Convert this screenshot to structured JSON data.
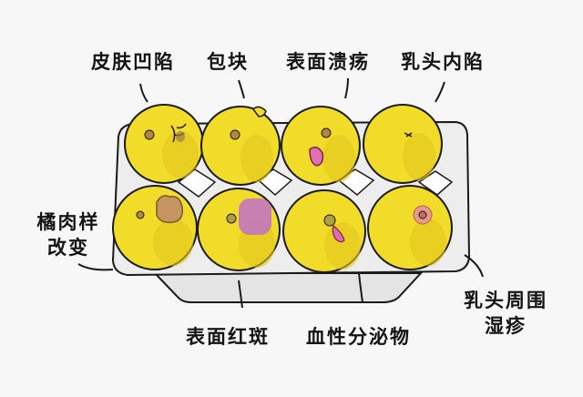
{
  "figure": {
    "subject": "lemons-in-egg-carton",
    "colors": {
      "background": "#f7f7f7",
      "lemon": "#f2dc2a",
      "lemon_shade": "#e0c21c",
      "outline": "#1a1a1a",
      "carton": "#ececec",
      "carton_shadow": "#d6d6d6",
      "dimple_brown": "#c7955f",
      "ulcer_pink": "#e070b0",
      "erythema_purple": "#c070c8",
      "discharge_pink": "#e06cb4",
      "eczema_pink": "#e79a8c",
      "label_text": "#141414"
    }
  },
  "labels": {
    "top": [
      {
        "text": "皮肤凹陷"
      },
      {
        "text": "包块"
      },
      {
        "text": "表面溃疡"
      },
      {
        "text": "乳头内陷"
      }
    ],
    "left": {
      "line1": "橘肉样",
      "line2": "改变"
    },
    "bottom": [
      {
        "text": "表面红斑"
      },
      {
        "text": "血性分泌物"
      }
    ],
    "right": {
      "line1": "乳头周围",
      "line2": "湿疹"
    }
  }
}
